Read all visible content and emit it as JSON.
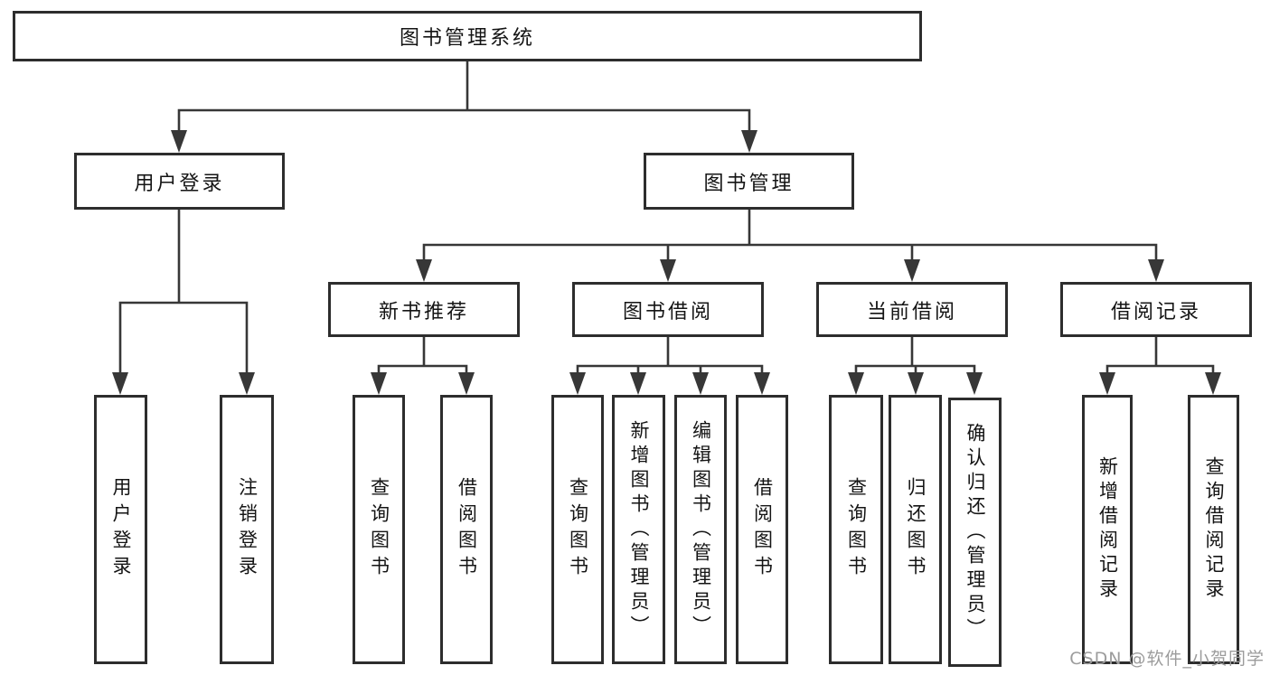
{
  "diagram": {
    "title_node": "图书管理系统",
    "root": {
      "label": "图书管理系统"
    },
    "level2": [
      {
        "label": "用户登录"
      },
      {
        "label": "图书管理"
      }
    ],
    "level3": [
      {
        "label": "新书推荐"
      },
      {
        "label": "图书借阅"
      },
      {
        "label": "当前借阅"
      },
      {
        "label": "借阅记录"
      }
    ],
    "leaf_groups": [
      {
        "parent": "用户登录",
        "items": [
          "用户登录",
          "注销登录"
        ]
      },
      {
        "parent": "新书推荐",
        "items": [
          "查询图书",
          "借阅图书"
        ]
      },
      {
        "parent": "图书借阅",
        "items": [
          "查询图书",
          "新增图书（管理员）",
          "编辑图书（管理员）",
          "借阅图书"
        ]
      },
      {
        "parent": "当前借阅",
        "items": [
          "查询图书",
          "归还图书",
          "确认归还（管理员）"
        ]
      },
      {
        "parent": "借阅记录",
        "items": [
          "新增借阅记录",
          "查询借阅记录"
        ]
      }
    ]
  },
  "watermark": {
    "text": "CSDN @软件_小贺同学"
  },
  "colors": {
    "line": "#373737",
    "box_border": "#2d2d2d",
    "box_fill": "#ffffff",
    "text": "#141414",
    "watermark": "#9c9c9c",
    "background": "#ffffff"
  }
}
